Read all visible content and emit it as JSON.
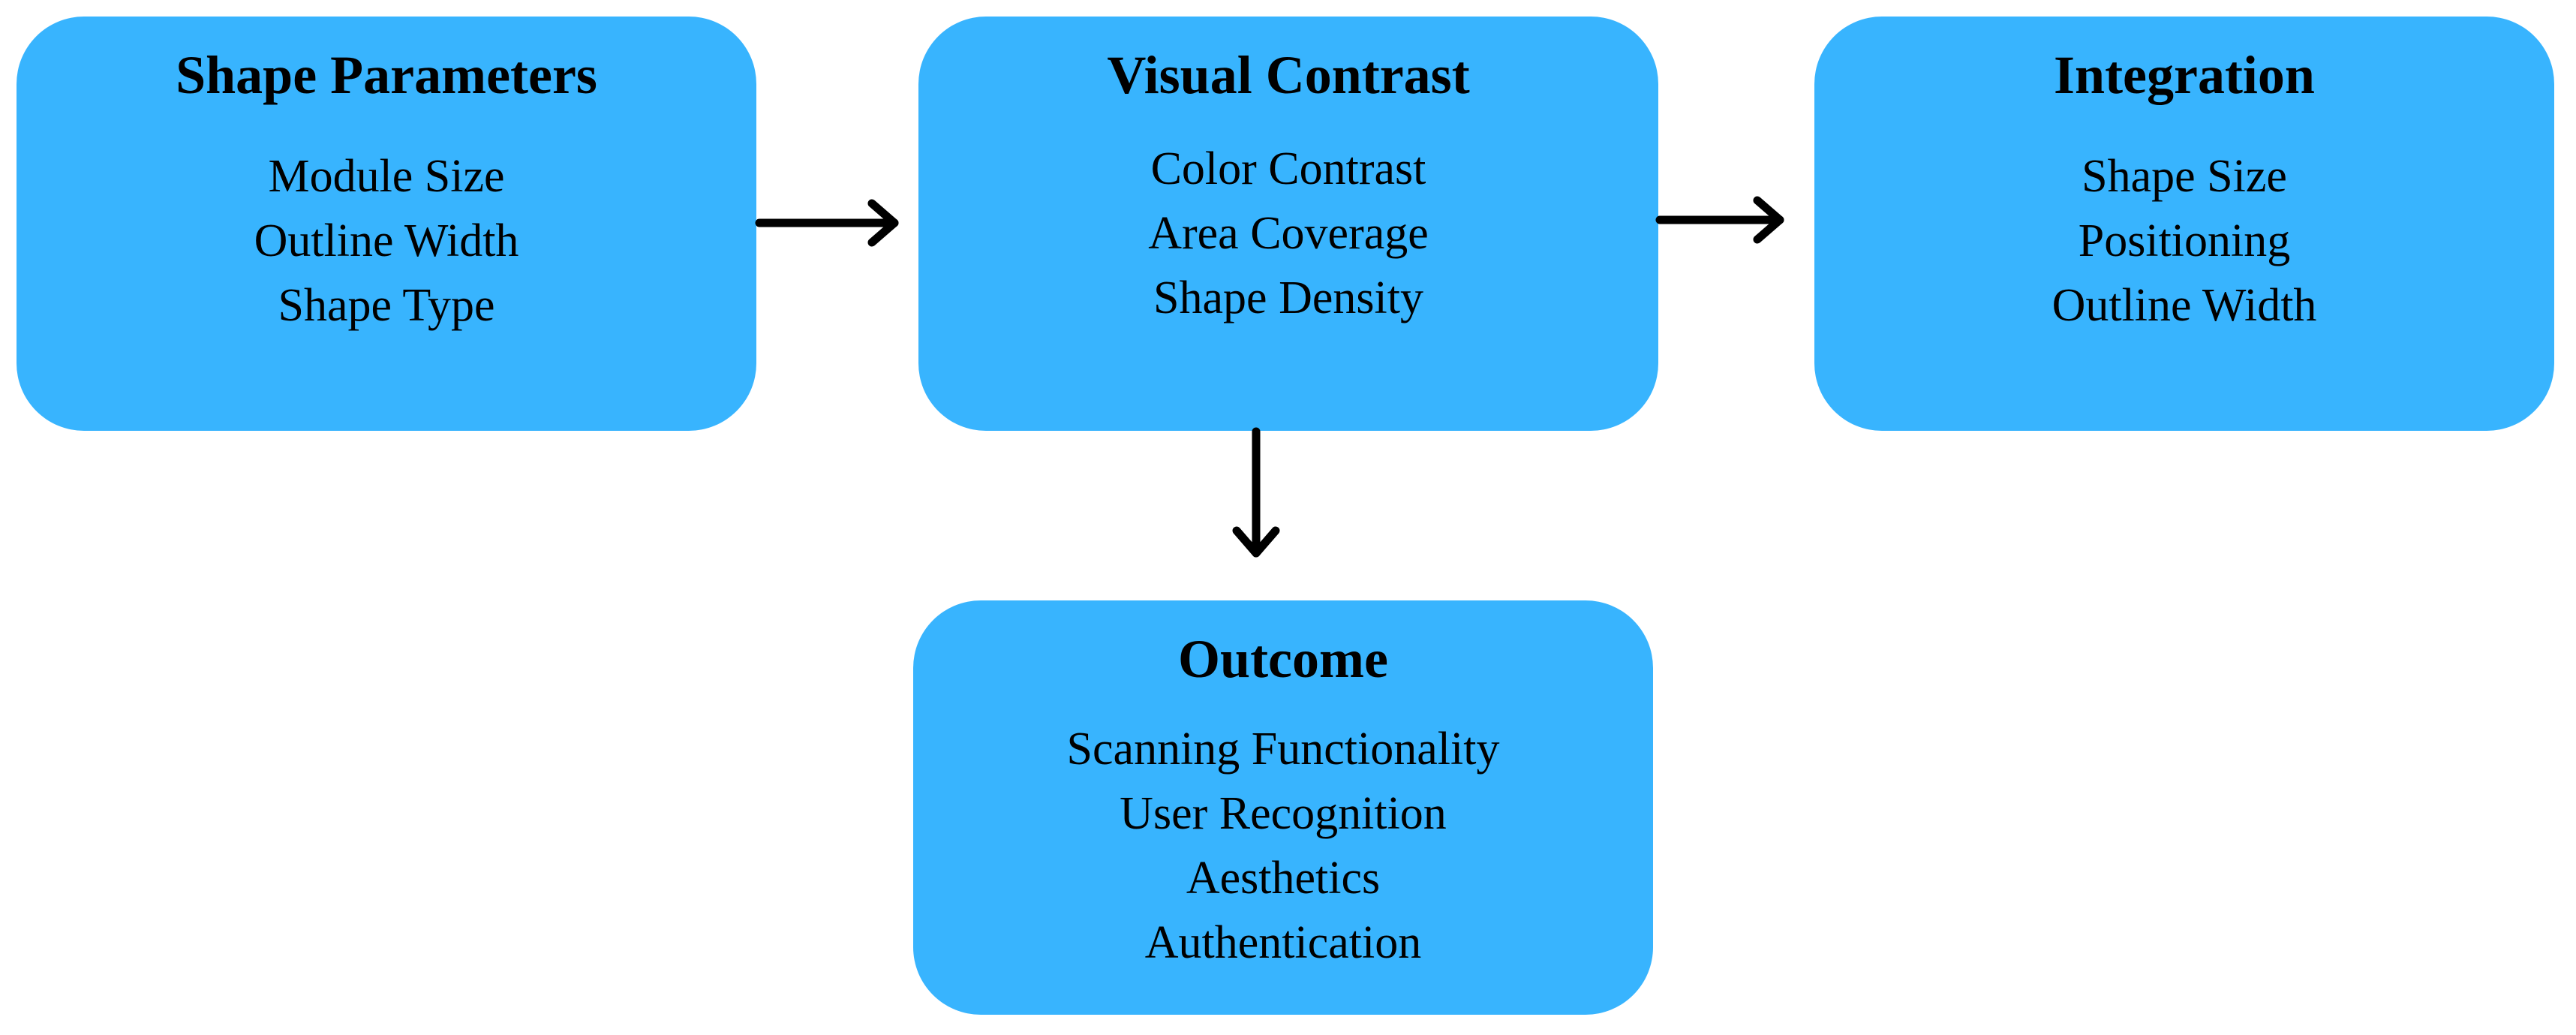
{
  "nodes": {
    "shape_parameters": {
      "title": "Shape Parameters",
      "items": [
        "Module Size",
        "Outline Width",
        "Shape Type"
      ]
    },
    "visual_contrast": {
      "title": "Visual Contrast",
      "items": [
        "Color Contrast",
        "Area Coverage",
        "Shape Density"
      ]
    },
    "integration": {
      "title": "Integration",
      "items": [
        "Shape Size",
        "Positioning",
        "Outline Width"
      ]
    },
    "outcome": {
      "title": "Outcome",
      "items": [
        "Scanning Functionality",
        "User Recognition",
        "Aesthetics",
        "Authentication"
      ]
    }
  },
  "edges": [
    {
      "from": "Shape Parameters",
      "to": "Visual Contrast"
    },
    {
      "from": "Visual Contrast",
      "to": "Integration"
    },
    {
      "from": "Visual Contrast",
      "to": "Outcome"
    }
  ],
  "colors": {
    "box_fill": "#38b4fe",
    "text": "#000000",
    "arrow": "#000000"
  }
}
